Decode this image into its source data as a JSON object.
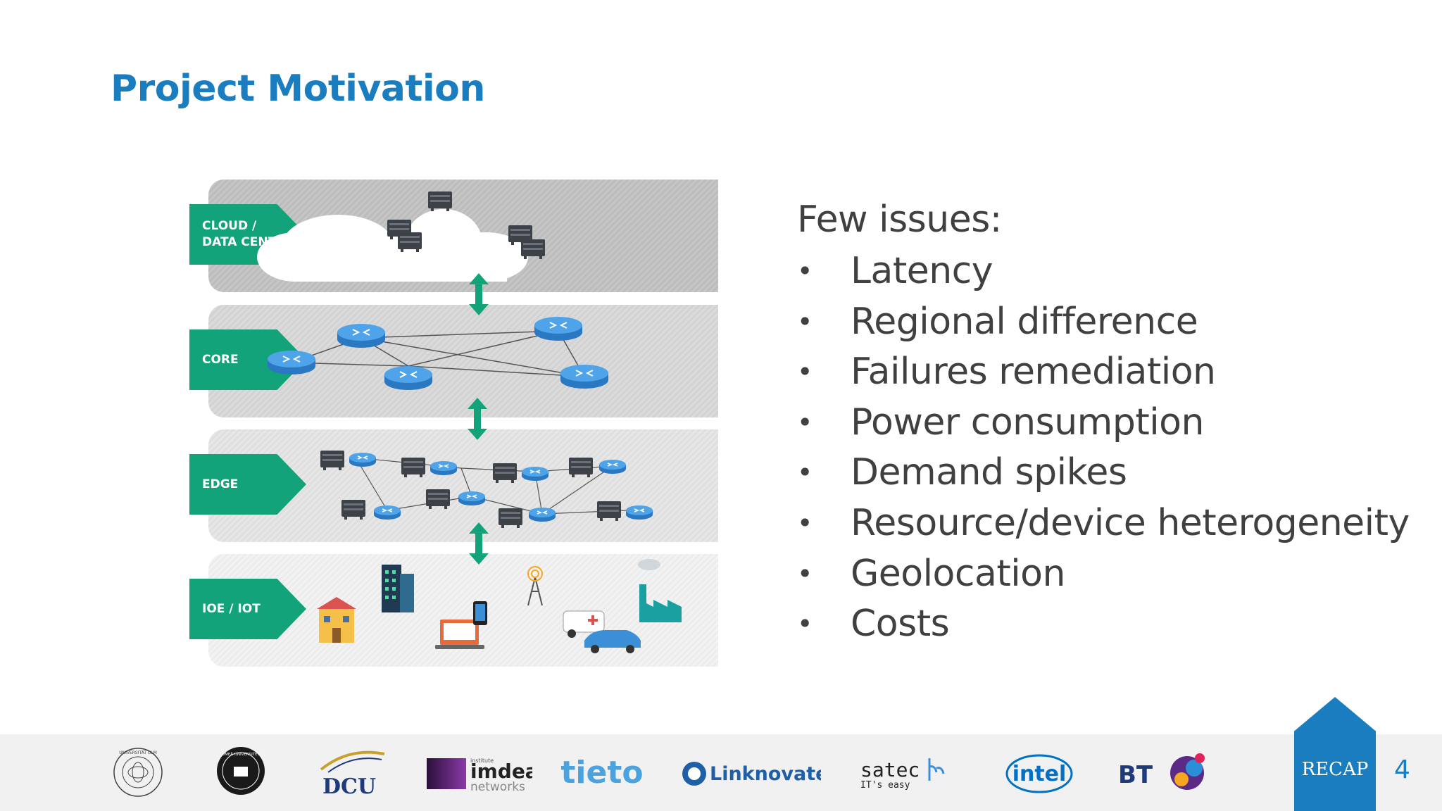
{
  "slide": {
    "title": "Project Motivation",
    "number": "4"
  },
  "diagram": {
    "layers": [
      {
        "id": "cloud",
        "label_line1": "CLOUD /",
        "label_line2": "DATA CENTRE"
      },
      {
        "id": "core",
        "label": "CORE"
      },
      {
        "id": "edge",
        "label": "EDGE"
      },
      {
        "id": "iot",
        "label": "IOE / IOT"
      }
    ],
    "accent_color": "#12a37a",
    "router_color": "#3a8fd6"
  },
  "issues": {
    "heading": "Few issues:",
    "bullet": "•",
    "items": [
      "Latency",
      "Regional difference",
      "Failures remediation",
      "Power consumption",
      "Demand spikes",
      "Resource/device heterogeneity",
      "Geolocation",
      "Costs"
    ]
  },
  "footer": {
    "logos": {
      "ulm": "UNIVERSITÄT ULM",
      "umea": "UMEÅ UNIVERSITET",
      "dcu": "DCU",
      "imdea_small": "institute",
      "imdea_main": "imdea",
      "imdea_sub": "networks",
      "tieto": "tieto",
      "linknovate": "Linknovate",
      "satec": "satec",
      "satec_tagline": "IT's easy",
      "intel": "intel",
      "bt": "BT"
    },
    "recap": "RECAP",
    "colors": {
      "brand_blue": "#1a7dc0",
      "footer_bg": "#f1f1f1"
    }
  }
}
